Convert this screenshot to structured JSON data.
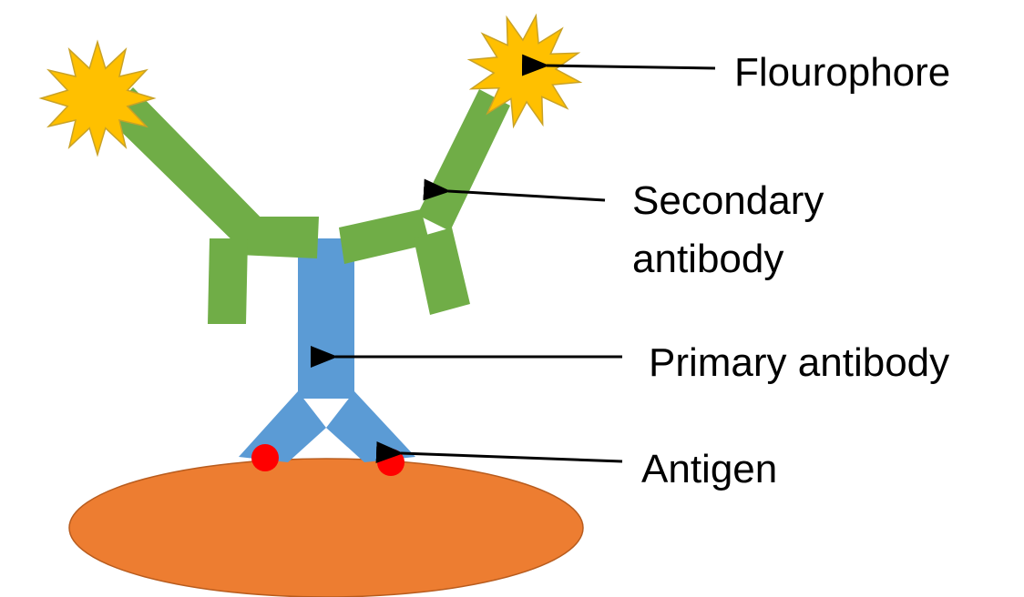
{
  "labels": {
    "fluorophore": "Flourophore",
    "secondary_line1": "Secondary",
    "secondary_line2": "antibody",
    "primary": "Primary antibody",
    "antigen": "Antigen"
  },
  "colors": {
    "secondary_antibody": "#70AD47",
    "primary_antibody": "#5B9BD5",
    "fluorophore_fill": "#FFC000",
    "fluorophore_stroke": "#C9A227",
    "antigen": "#FF0000",
    "cell": "#ED7D31",
    "cell_outline": "#B85C1E",
    "arrow": "#000000",
    "text": "#000000"
  },
  "icons": {
    "fluorophore": "star-burst",
    "antigen": "red-dot",
    "cell": "orange-ellipse"
  }
}
